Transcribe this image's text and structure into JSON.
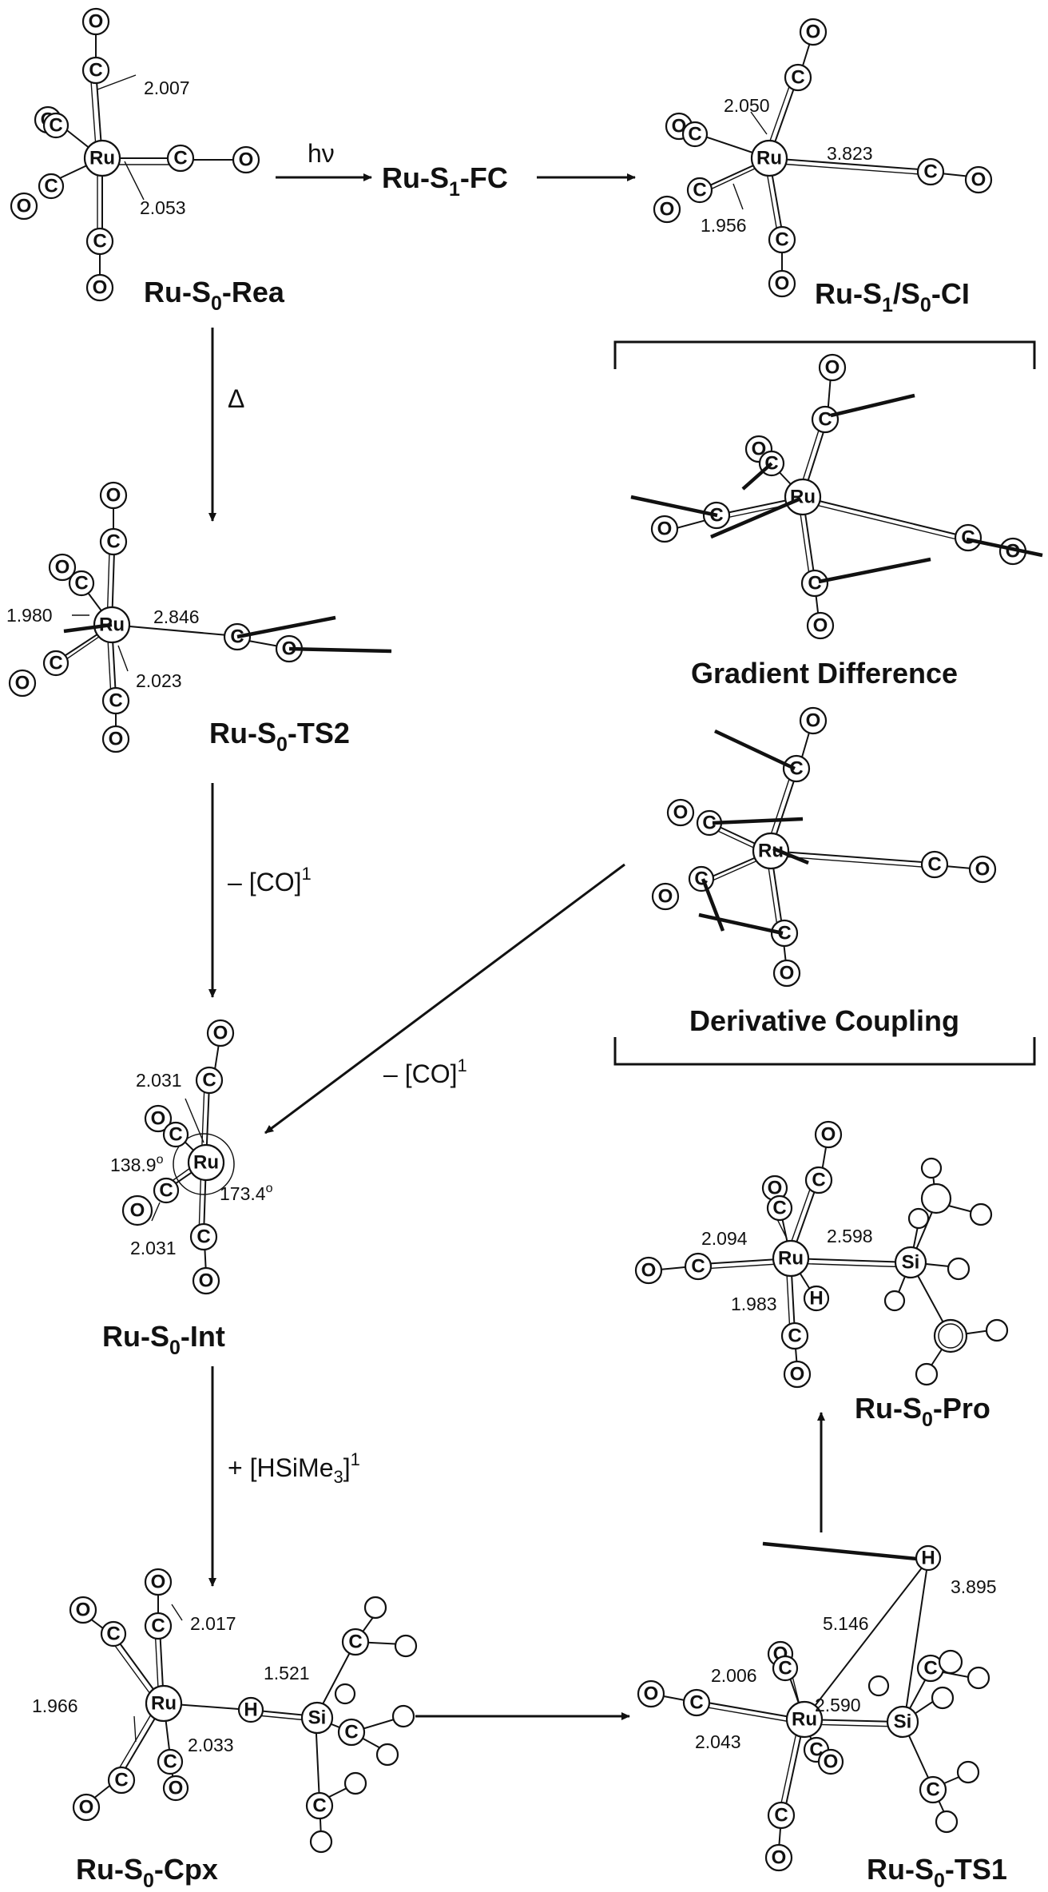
{
  "colors": {
    "ink": "#111111",
    "background": "#ffffff"
  },
  "atoms": {
    "Ru": "Ru",
    "C": "C",
    "O": "O",
    "H": "H",
    "Si": "Si"
  },
  "species": {
    "s0_rea": {
      "name": "Ru-S",
      "sub": "0",
      "tail": "-Rea"
    },
    "s1_fc": {
      "name": "Ru-S",
      "sub": "1",
      "tail": "-FC"
    },
    "ci": {
      "name": "Ru-S",
      "sub1": "1",
      "mid": "/S",
      "sub2": "0",
      "tail": "-CI"
    },
    "ts2": {
      "name": "Ru-S",
      "sub": "0",
      "tail": "-TS2"
    },
    "int": {
      "name": "Ru-S",
      "sub": "0",
      "tail": "-Int"
    },
    "cpx": {
      "name": "Ru-S",
      "sub": "0",
      "tail": "-Cpx"
    },
    "ts1": {
      "name": "Ru-S",
      "sub": "0",
      "tail": "-TS1"
    },
    "pro": {
      "name": "Ru-S",
      "sub": "0",
      "tail": "-Pro"
    }
  },
  "panels": {
    "gradient_difference": "Gradient Difference",
    "derivative_coupling": "Derivative Coupling"
  },
  "arrows": {
    "hv": "hν",
    "delta": "Δ",
    "co_loss_1": {
      "text": "– [CO]",
      "sup": "1"
    },
    "co_loss_2": {
      "text": "– [CO]",
      "sup": "1"
    },
    "hsime3": {
      "pre": "+ [HSiMe",
      "sub": "3",
      "post": "]",
      "sup": "1"
    }
  },
  "distances": {
    "rea_axial": "2.007",
    "rea_eq": "2.053",
    "ci_axial": "2.050",
    "ci_long": "3.823",
    "ci_eq": "1.956",
    "ts2_a": "1.980",
    "ts2_b": "2.846",
    "ts2_c": "2.023",
    "int_a": "2.031",
    "int_b": "2.031",
    "int_ang1": "138.9",
    "int_ang2": "173.4",
    "deg": "o",
    "cpx_a": "2.017",
    "cpx_b": "1.521",
    "cpx_c": "1.966",
    "cpx_d": "2.033",
    "ts1_a": "5.146",
    "ts1_b": "3.895",
    "ts1_c": "2.006",
    "ts1_d": "2.590",
    "ts1_e": "2.043",
    "pro_a": "2.094",
    "pro_b": "2.598",
    "pro_c": "1.983"
  }
}
